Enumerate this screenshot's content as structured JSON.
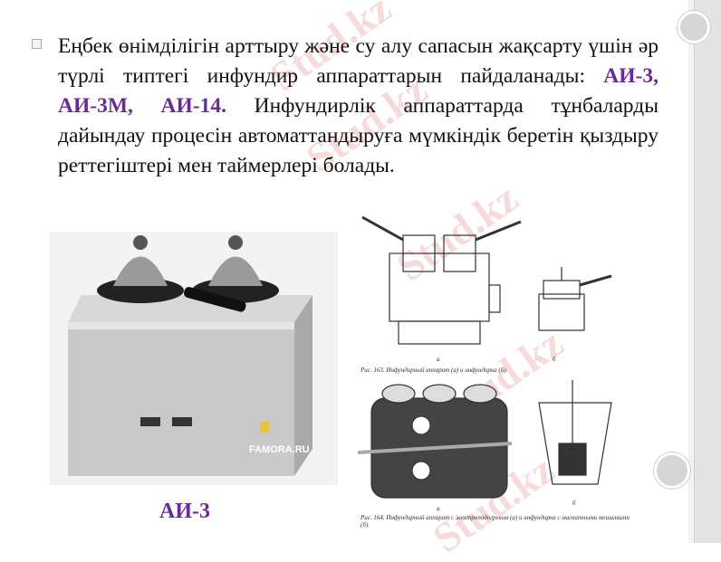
{
  "slide": {
    "paragraph": {
      "part1": "Еңбек өнімділігін арттыру және су алу сапасын жақсарту үшін әр түрлі типтегі инфундир аппараттарын пайдаланады: ",
      "highlight": "АИ-3, АИ-3М, АИ-14.",
      "part2": " Инфундирлік аппараттарда тұнбаларды дайындау процесін автоматтандыруға мүмкіндік беретін қыздыру реттегіштері мен таймерлері болады."
    },
    "photo_label": "АИ-3",
    "photo_watermark": "FAMORA.RU",
    "figure163": {
      "caption": "Рис. 163. Инфундирный аппарат (а) и инфундирка (б).",
      "label_a": "а",
      "label_b": "б"
    },
    "figure164": {
      "caption": "Рис. 164. Инфундирный аппарат с электроподогревом (а) и инфундирка с магнитными мешалками (б).",
      "label_a": "а",
      "label_b": "б"
    },
    "watermark": "Stud.kz",
    "colors": {
      "highlight": "#6a2a9a",
      "text": "#111111"
    }
  }
}
